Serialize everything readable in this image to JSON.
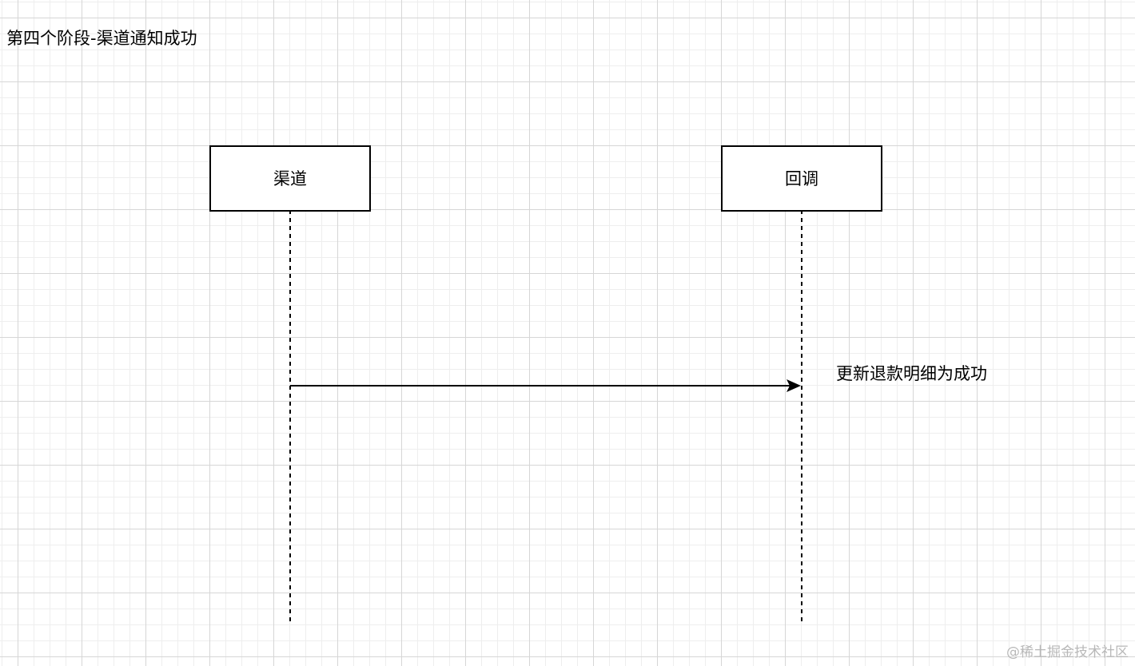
{
  "diagram": {
    "type": "sequence",
    "title": "第四个阶段-渠道通知成功",
    "participants": [
      {
        "id": "channel",
        "label": "渠道"
      },
      {
        "id": "callback",
        "label": "回调"
      }
    ],
    "messages": [
      {
        "from": "channel",
        "to": "callback",
        "label": "更新退款明细为成功"
      }
    ]
  },
  "watermark": "@稀土掘金技术社区",
  "colors": {
    "stroke": "#000000",
    "grid_major": "#d6d6d6",
    "grid_minor": "#eeeeee",
    "watermark": "#b8b8b8"
  }
}
